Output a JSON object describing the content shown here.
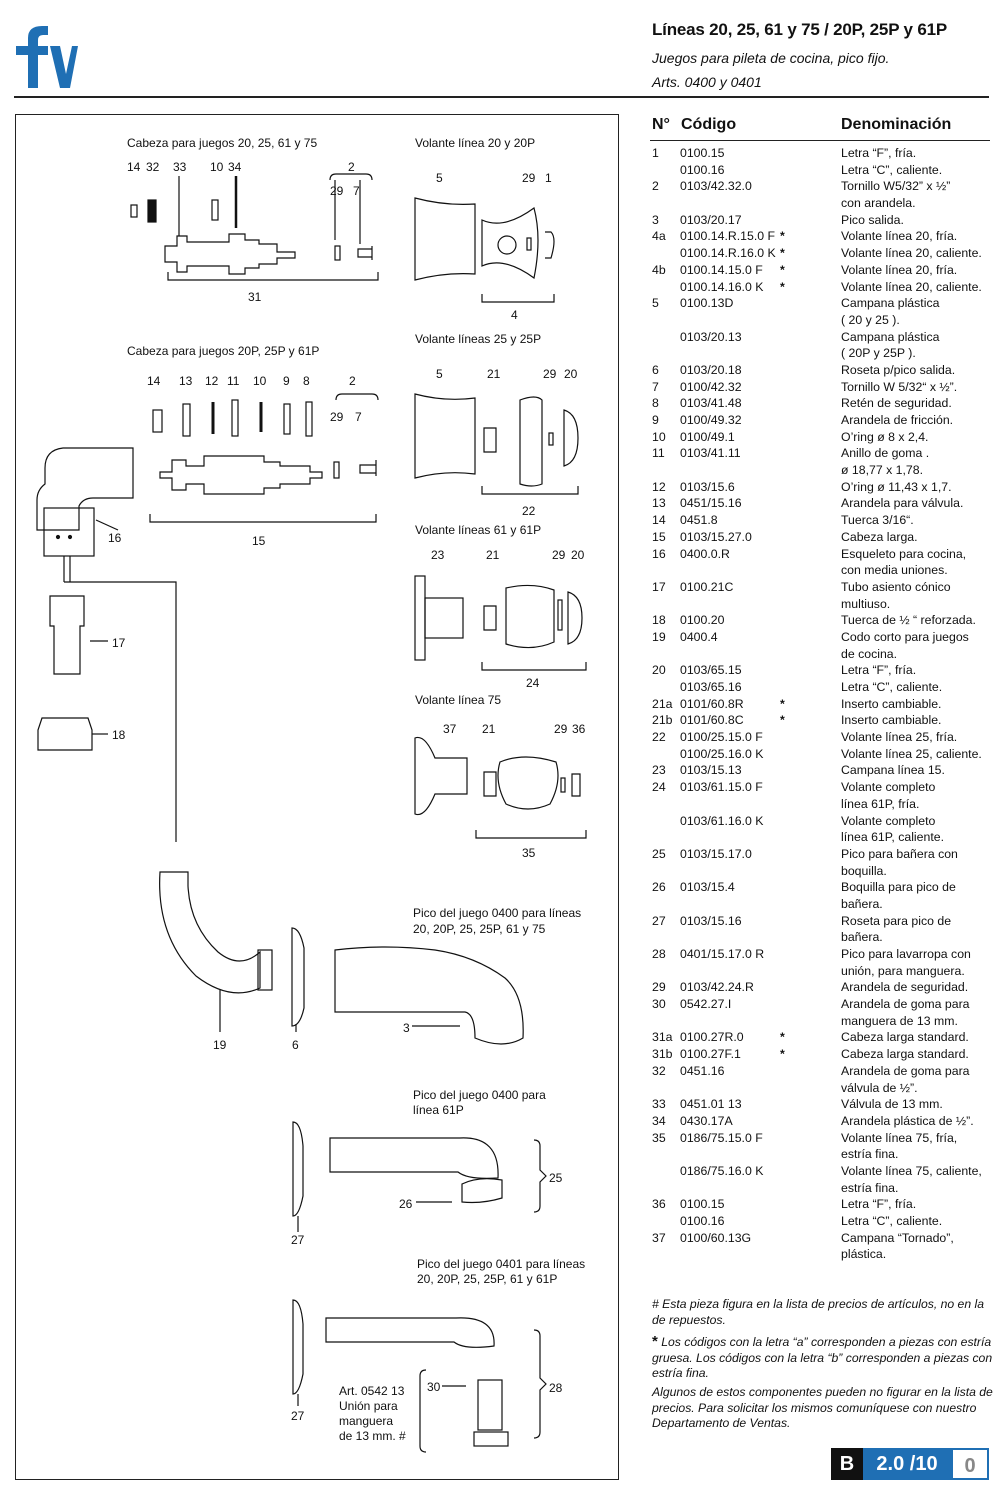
{
  "header": {
    "title": "Líneas 20, 25, 61 y 75 / 20P, 25P y 61P",
    "subtitle": "Juegos para pileta de cocina, pico fijo.",
    "articles": "Arts. 0400 y 0401"
  },
  "logo": {
    "text": "fv"
  },
  "diagram": {
    "cabeza1": "Cabeza para juegos 20, 25, 61 y 75",
    "cabeza2": "Cabeza para juegos 20P, 25P y 61P",
    "volante20": "Volante línea 20 y 20P",
    "volante25": "Volante líneas 25 y 25P",
    "volante61": "Volante líneas 61 y 61P",
    "volante75": "Volante línea 75",
    "pico0400a_1": "Pico del juego 0400 para líneas",
    "pico0400a_2": "20, 20P, 25, 25P, 61 y 75",
    "pico0400b_1": "Pico del juego 0400 para",
    "pico0400b_2": "línea 61P",
    "pico0401_1": "Pico del juego 0401 para líneas",
    "pico0401_2": "20, 20P, 25, 25P, 61 y 61P",
    "union_1": "Art. 0542 13",
    "union_2": "Unión para",
    "union_3": "manguera",
    "union_4": "de 13 mm. #",
    "callouts": [
      "14",
      "32",
      "33",
      "10",
      "34",
      "2",
      "29",
      "7",
      "31",
      "14",
      "13",
      "12",
      "11",
      "10",
      "9",
      "8",
      "2",
      "29",
      "7",
      "15",
      "16",
      "17",
      "18",
      "5",
      "29",
      "1",
      "4",
      "5",
      "21",
      "29",
      "20",
      "22",
      "23",
      "21",
      "29",
      "20",
      "24",
      "37",
      "21",
      "29",
      "36",
      "35",
      "19",
      "6",
      "3",
      "25",
      "26",
      "27",
      "27",
      "28",
      "30"
    ]
  },
  "table": {
    "headers": {
      "n": "N°",
      "codigo": "Código",
      "denominacion": "Denominación"
    },
    "rows": [
      {
        "n": "1",
        "code": "0100.15",
        "star": "",
        "desc": "Letra “F”, fría."
      },
      {
        "n": "",
        "code": "0100.16",
        "star": "",
        "desc": "Letra “C”, caliente."
      },
      {
        "n": "2",
        "code": "0103/42.32.0",
        "star": "",
        "desc": "Tornillo W5/32” x ½”"
      },
      {
        "n": "",
        "code": "",
        "star": "",
        "desc": "con arandela."
      },
      {
        "n": "3",
        "code": "0103/20.17",
        "star": "",
        "desc": "Pico salida."
      },
      {
        "n": "4a",
        "code": "0100.14.R.15.0 F",
        "star": "*",
        "desc": "Volante línea 20, fría."
      },
      {
        "n": "",
        "code": "0100.14.R.16.0 K",
        "star": "*",
        "desc": "Volante línea 20, caliente."
      },
      {
        "n": "4b",
        "code": "0100.14.15.0 F",
        "star": "*",
        "desc": "Volante línea 20, fría."
      },
      {
        "n": "",
        "code": "0100.14.16.0 K",
        "star": "*",
        "desc": "Volante línea 20, caliente."
      },
      {
        "n": "5",
        "code": "0100.13D",
        "star": "",
        "desc": "Campana plástica"
      },
      {
        "n": "",
        "code": "",
        "star": "",
        "desc": "( 20 y 25 )."
      },
      {
        "n": "",
        "code": "0103/20.13",
        "star": "",
        "desc": "Campana plástica"
      },
      {
        "n": "",
        "code": "",
        "star": "",
        "desc": "( 20P y 25P )."
      },
      {
        "n": "6",
        "code": "0103/20.18",
        "star": "",
        "desc": "Roseta p/pico salida."
      },
      {
        "n": "7",
        "code": "0100/42.32",
        "star": "",
        "desc": "Tornillo W 5/32“ x ½”."
      },
      {
        "n": "8",
        "code": "0103/41.48",
        "star": "",
        "desc": "Retén de seguridad."
      },
      {
        "n": "9",
        "code": "0100/49.32",
        "star": "",
        "desc": "Arandela de fricción."
      },
      {
        "n": "10",
        "code": "0100/49.1",
        "star": "",
        "desc": "O’ring ø 8 x 2,4."
      },
      {
        "n": "11",
        "code": "0103/41.11",
        "star": "",
        "desc": "Anillo de goma ."
      },
      {
        "n": "",
        "code": "",
        "star": "",
        "desc": "ø 18,77 x 1,78."
      },
      {
        "n": "12",
        "code": "0103/15.6",
        "star": "",
        "desc": "O’ring ø 11,43 x 1,7."
      },
      {
        "n": "13",
        "code": "0451/15.16",
        "star": "",
        "desc": "Arandela para válvula."
      },
      {
        "n": "14",
        "code": "0451.8",
        "star": "",
        "desc": "Tuerca 3/16“."
      },
      {
        "n": "15",
        "code": "0103/15.27.0",
        "star": "",
        "desc": "Cabeza larga."
      },
      {
        "n": "16",
        "code": "0400.0.R",
        "star": "",
        "desc": "Esqueleto para cocina,"
      },
      {
        "n": "",
        "code": "",
        "star": "",
        "desc": "con media uniones."
      },
      {
        "n": "17",
        "code": "0100.21C",
        "star": "",
        "desc": "Tubo asiento cónico"
      },
      {
        "n": "",
        "code": "",
        "star": "",
        "desc": "multiuso."
      },
      {
        "n": "18",
        "code": "0100.20",
        "star": "",
        "desc": "Tuerca de ½ “ reforzada."
      },
      {
        "n": "19",
        "code": "0400.4",
        "star": "",
        "desc": "Codo corto para juegos"
      },
      {
        "n": "",
        "code": "",
        "star": "",
        "desc": "de cocina."
      },
      {
        "n": "20",
        "code": "0103/65.15",
        "star": "",
        "desc": "Letra “F”, fría."
      },
      {
        "n": "",
        "code": "0103/65.16",
        "star": "",
        "desc": "Letra “C”, caliente."
      },
      {
        "n": "21a",
        "code": "0101/60.8R",
        "star": "*",
        "desc": "Inserto cambiable."
      },
      {
        "n": "21b",
        "code": "0101/60.8C",
        "star": "*",
        "desc": "Inserto cambiable."
      },
      {
        "n": "22",
        "code": "0100/25.15.0 F",
        "star": "",
        "desc": "Volante línea 25, fría."
      },
      {
        "n": "",
        "code": "0100/25.16.0 K",
        "star": "",
        "desc": "Volante línea 25, caliente."
      },
      {
        "n": "23",
        "code": "0103/15.13",
        "star": "",
        "desc": "Campana línea 15."
      },
      {
        "n": "24",
        "code": "0103/61.15.0 F",
        "star": "",
        "desc": "Volante completo"
      },
      {
        "n": "",
        "code": "",
        "star": "",
        "desc": "línea 61P, fría."
      },
      {
        "n": "",
        "code": "0103/61.16.0 K",
        "star": "",
        "desc": "Volante completo"
      },
      {
        "n": "",
        "code": "",
        "star": "",
        "desc": "línea 61P, caliente."
      },
      {
        "n": "25",
        "code": "0103/15.17.0",
        "star": "",
        "desc": "Pico para bañera con"
      },
      {
        "n": "",
        "code": "",
        "star": "",
        "desc": "boquilla."
      },
      {
        "n": "26",
        "code": "0103/15.4",
        "star": "",
        "desc": "Boquilla para pico de"
      },
      {
        "n": "",
        "code": "",
        "star": "",
        "desc": "bañera."
      },
      {
        "n": "27",
        "code": "0103/15.16",
        "star": "",
        "desc": "Roseta para pico de"
      },
      {
        "n": "",
        "code": "",
        "star": "",
        "desc": "bañera."
      },
      {
        "n": "28",
        "code": "0401/15.17.0 R",
        "star": "",
        "desc": "Pico para lavarropa con"
      },
      {
        "n": "",
        "code": "",
        "star": "",
        "desc": "unión, para manguera."
      },
      {
        "n": "29",
        "code": "0103/42.24.R",
        "star": "",
        "desc": "Arandela de seguridad."
      },
      {
        "n": "30",
        "code": "0542.27.I",
        "star": "",
        "desc": "Arandela de goma para"
      },
      {
        "n": "",
        "code": "",
        "star": "",
        "desc": "manguera de 13 mm."
      },
      {
        "n": "31a",
        "code": "0100.27R.0",
        "star": "*",
        "desc": "Cabeza larga standard."
      },
      {
        "n": "31b",
        "code": "0100.27F.1",
        "star": "*",
        "desc": "Cabeza larga standard."
      },
      {
        "n": "32",
        "code": "0451.16",
        "star": "",
        "desc": "Arandela de goma para"
      },
      {
        "n": "",
        "code": "",
        "star": "",
        "desc": "válvula de ½”."
      },
      {
        "n": "33",
        "code": "0451.01 13",
        "star": "",
        "desc": "Válvula de 13 mm."
      },
      {
        "n": "34",
        "code": "0430.17A",
        "star": "",
        "desc": "Arandela plástica de ½”."
      },
      {
        "n": "35",
        "code": "0186/75.15.0 F",
        "star": "",
        "desc": "Volante línea 75, fría,"
      },
      {
        "n": "",
        "code": "",
        "star": "",
        "desc": "estría fina."
      },
      {
        "n": "",
        "code": "0186/75.16.0 K",
        "star": "",
        "desc": "Volante línea 75, caliente,"
      },
      {
        "n": "",
        "code": "",
        "star": "",
        "desc": "estría fina."
      },
      {
        "n": "36",
        "code": "0100.15",
        "star": "",
        "desc": "Letra “F”, fría."
      },
      {
        "n": "",
        "code": "0100.16",
        "star": "",
        "desc": "Letra “C”, caliente."
      },
      {
        "n": "37",
        "code": "0100/60.13G",
        "star": "",
        "desc": "Campana “Tornado”,"
      },
      {
        "n": "",
        "code": "",
        "star": "",
        "desc": "plástica."
      }
    ]
  },
  "footnotes": {
    "hash": "# Esta pieza figura en la lista de precios de artículos, no en la de repuestos.",
    "star_symbol": "*",
    "star": "Los códigos con la letra “a” corresponden a piezas con estría gruesa. Los códigos con la letra “b” corresponden a piezas con estría fina.",
    "note": "Algunos de estos componentes pueden no figurar en la lista de precios. Para solicitar los mismos comuníquese con nuestro Departamento de Ventas."
  },
  "page_number": {
    "letter": "B",
    "code": "2.0 /10",
    "rev": "0"
  },
  "colors": {
    "brand_blue": "#1f6fb4",
    "page_box_blue": "#1f6fb4",
    "ink": "#111111"
  }
}
